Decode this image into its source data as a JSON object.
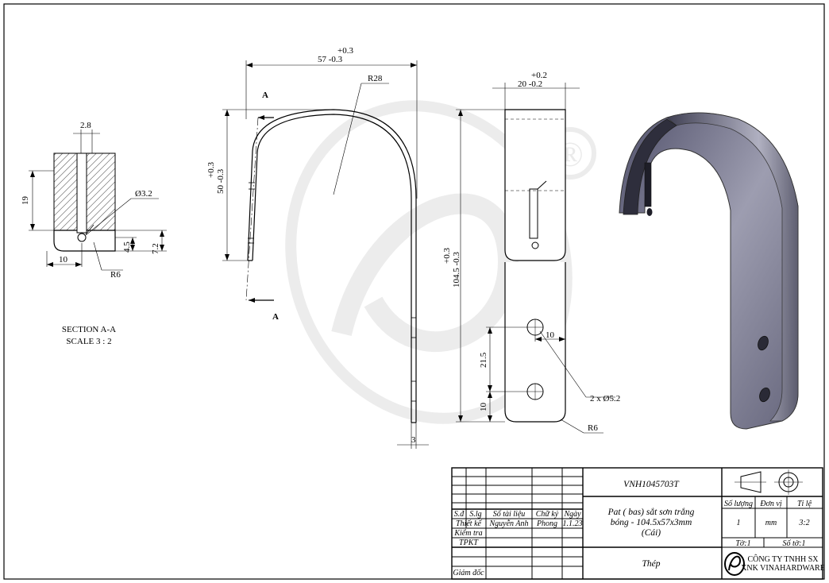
{
  "section": {
    "title": "SECTION A-A",
    "scale": "SCALE 3 : 2",
    "dims": {
      "width_top": "2.8",
      "height_left": "19",
      "hole": "Ø3.2",
      "bottom_width": "10",
      "radius": "R6",
      "small_h": "4.5",
      "total_h": "7.2"
    }
  },
  "side_view": {
    "section_letter_top": "A",
    "section_letter_bottom": "A",
    "width_tol_plus": "+0.3",
    "width_value": "57 -0.3",
    "radius": "R28",
    "height_tol_plus": "+0.3",
    "height_value": "50 -0.3",
    "thickness": "3"
  },
  "front_view": {
    "width_tol_plus": "+0.2",
    "width_value": "20 -0.2",
    "length_tol_plus": "+0.3",
    "length_value": "104.5 -0.3",
    "hole_offset": "10",
    "hole_spacing": "21.5",
    "bottom_offset": "10",
    "holes": "2 x Ø5.2",
    "radius": "R6"
  },
  "title_block": {
    "drawing_no": "VNH1045703T",
    "part_name_line1": "Pat ( bas) sắt sơn trắng",
    "part_name_line2": "bóng - 104.5x57x3mm",
    "part_name_line3": "(Cái)",
    "material": "Thép",
    "headers": {
      "sd": "S.đ",
      "slg": "S.lg",
      "doc_no": "Số tài liệu",
      "signature": "Chữ ký",
      "date": "Ngày"
    },
    "rows": [
      {
        "role": "Thiết kế",
        "name": "Nguyễn Anh",
        "sign": "Phong",
        "date": "1.1.23"
      },
      {
        "role": "Kiểm tra",
        "name": "",
        "sign": "",
        "date": ""
      },
      {
        "role": "TPKT",
        "name": "",
        "sign": "",
        "date": ""
      },
      {
        "role": "Giám đốc",
        "name": "",
        "sign": "",
        "date": ""
      }
    ],
    "qty_label": "Số lượng",
    "unit_label": "Đơn vị",
    "scale_label": "Tỉ lệ",
    "qty": "1",
    "unit": "mm",
    "scale": "3:2",
    "sheet": "Tờ:1",
    "sheets": "Số tờ:1",
    "company_line1": "CÔNG TY TNHH SX",
    "company_line2": "XNK VINAHARDWARE"
  },
  "watermark": {
    "symbol": "®"
  }
}
